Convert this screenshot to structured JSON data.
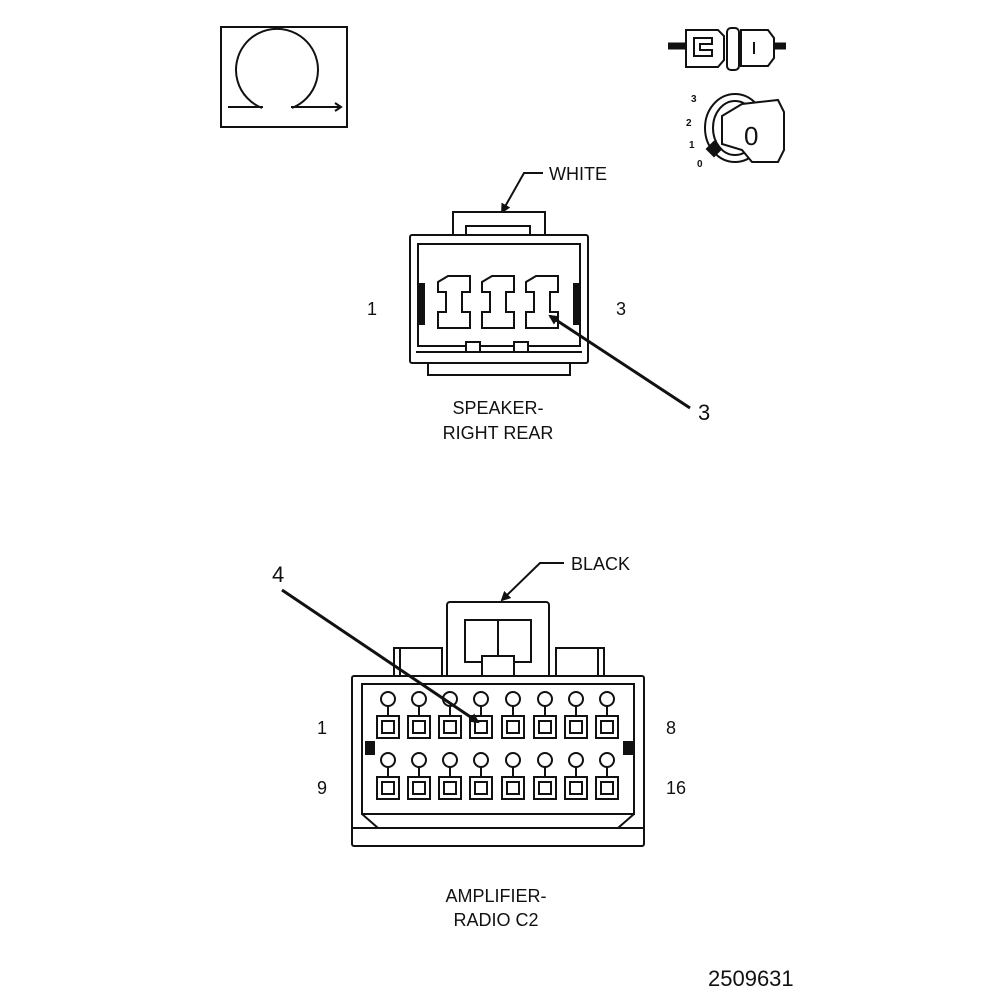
{
  "legend_icons": {
    "ohmmeter_icon": "ohm-symbol",
    "connector_icon": "connector",
    "ignition_key_icon": "ignition-key",
    "ignition_positions": [
      "3",
      "2",
      "1",
      "0"
    ],
    "key_label": "0"
  },
  "speaker_connector": {
    "color_label": "WHITE",
    "pin_first": "1",
    "pin_last": "3",
    "callout_number": "3",
    "title_line1": "SPEAKER-",
    "title_line2": "RIGHT REAR"
  },
  "amplifier_connector": {
    "color_label": "BLACK",
    "callout_number": "4",
    "pin_row1_first": "1",
    "pin_row1_last": "8",
    "pin_row2_first": "9",
    "pin_row2_last": "16",
    "title_line1": "AMPLIFIER-",
    "title_line2": "RADIO C2"
  },
  "figure_number": "2509631"
}
